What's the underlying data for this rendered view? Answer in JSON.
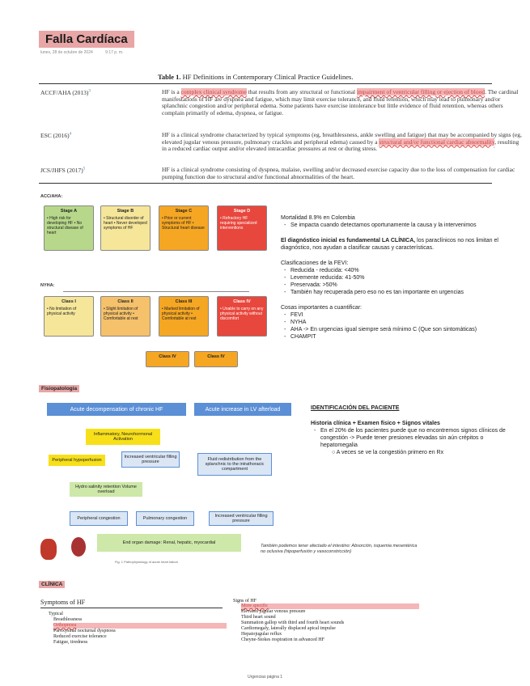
{
  "header": {
    "title": "Falla Cardíaca",
    "date": "lunes, 28 de octubre de 2024",
    "time": "9:17 p. m."
  },
  "table": {
    "title_bold": "Table 1.",
    "title_rest": " HF Definitions in Contemporary Clinical Practice Guidelines.",
    "rows": [
      {
        "label": "ACCF/AHA (2013)",
        "sup": "3",
        "pre": "HF is a ",
        "hl1": "complex clinical syndrome",
        "mid": " that results from any structural or functional ",
        "hl2": "impairment of ventricular filling or ejection of blood",
        "post": ". The cardinal manifestations of HF are dyspnea and fatigue, which may limit exercise tolerance, and fluid retention, which may lead to pulmonary and/or splanchnic congestion and/or peripheral edema. Some patients have exercise intolerance but little evidence of fluid retention, whereas others complain primarily of edema, dyspnea, or fatigue."
      },
      {
        "label": "ESC (2016)",
        "sup": "4",
        "pre": "HF is a clinical syndrome characterized by typical symptoms (eg, breathlessness, ankle swelling and fatigue) that may be accompanied by signs (eg, elevated jugular venous pressure, pulmonary crackles and peripheral edema) caused by a ",
        "hl1": "structural and/or functional cardiac abnormality",
        "post": ", resulting in a reduced cardiac output and/or elevated intracardiac pressures at rest or during stress."
      },
      {
        "label": "JCS/JHFS (2017)",
        "sup": "5",
        "pre": "HF is a clinical syndrome consisting of dyspnea, malaise, swelling and/or decreased exercise capacity due to the loss of compensation for cardiac pumping function due to structural and/or functional abnormalities of the heart."
      }
    ]
  },
  "staging": {
    "acc_label": "ACC/AHA:",
    "nyha_label": "NYHA:",
    "stages": [
      {
        "name": "Stage A",
        "text": "• High risk for developing HF • No structural disease of heart",
        "color": "#b7d88a"
      },
      {
        "name": "Stage B",
        "text": "• Structural disorder of heart • Never developed symptoms of HF",
        "color": "#f6e69a"
      },
      {
        "name": "Stage C",
        "text": "• Prior or current symptoms of HF • Structural heart disease",
        "color": "#f5a623"
      },
      {
        "name": "Stage D",
        "text": "• Refractory HF requiring specialized interventions",
        "color": "#e8473d"
      }
    ],
    "classes": [
      {
        "name": "Class I",
        "text": "• No limitation of physical activity",
        "color": "#f6e69a"
      },
      {
        "name": "Class II",
        "text": "• Slight limitation of physical activity • Comfortable at rest",
        "color": "#f5c16b"
      },
      {
        "name": "Class III",
        "text": "• Marked limitation of physical activity • Comfortable at rest",
        "color": "#f5a623"
      },
      {
        "name": "Class IV",
        "text": "• Unable to carry on any physical activity without discomfort",
        "color": "#e8473d"
      }
    ],
    "bottom": [
      "Class IV",
      "Class IV"
    ]
  },
  "notes1": {
    "mortality": "Mortalidad 8.9% en Colombia",
    "mortality_sub": "Se impacta cuando detectamos oportunamente la causa y la intervenimos",
    "diag_bold": "El diagnóstico inicial es fundamental LA CLÍNICA,",
    "diag_rest": " los paraclínicos no nos limitan el diagnóstico, nos ayudan a clasificar causas y características.",
    "fevi_title": "Clasificaciones de la FEVI:",
    "fevi_items": [
      "Reducida - reducida: <40%",
      "Levemente reducida: 41-50%",
      "Preservada: >50%",
      "También hay recuperada pero eso no es tan importante en urgencias"
    ],
    "quant_title": "Cosas importantes a cuantificar:",
    "quant_items": [
      "FEVI",
      "NYHA",
      "AHA -> En urgencias igual siempre será mínimo C (Que son sintomáticas)",
      "CHAMPIT"
    ]
  },
  "fisio": {
    "tag": "Fisiopatología",
    "hdr_left": "Acute decompensation of chronic HF",
    "hdr_right": "Acute increase in LV afterload",
    "b_infl": "Inflammatory, Neurohormonal Activation",
    "b_periph_hypo": "Peripheral hypoperfusion",
    "b_vent": "Increased ventricular filling pressure",
    "b_hydro": "Hydro salinity retention Volume overload",
    "b_fluid": "Fluid redistribution from the splanchnic to the intrathoracic compartment",
    "b_pc": "Peripheral congestion",
    "b_pulm": "Pulmonary congestion",
    "b_inc_vent": "Increased ventricular filling pressure",
    "b_end": "End organ damage: Renal, hepatic, myocardial",
    "caption": "Fig. 1 Pathophysiology of acute heart failure",
    "note": "También podemos tener afectado el intestino: Absorción, isquemia mesentérica no oclusiva (hipoperfusión y vasoconstricción)"
  },
  "ident": {
    "title": "IDENTIFICACIÓN DEL PACIENTE",
    "bold": "Historia clínica + Examen físico + Signos vitales",
    "items": [
      "En el 20% de los pacientes puede que no encontremos signos clínicos de congestión -> Puede tener presiones elevadas sin aún crépitos o hepatomegalia"
    ],
    "sub": "A veces se ve la congestión primero en Rx"
  },
  "clinica": {
    "tag": "CLÍNICA",
    "symptoms_title": "Symptoms of HF",
    "typical": "Typical",
    "symptoms": [
      "Breathlessness",
      "Orthopnoea",
      "Paroxysmal nocturnal dyspnoea",
      "Reduced exercise tolerance",
      "Fatigue, tiredness"
    ],
    "signs_title": "Signs of HF",
    "signs_hl": "More specific",
    "signs": [
      "Elevated jugular venous pressure",
      "Third heart sound",
      "Summation gallop with third and fourth heart sounds",
      "Cardiomegaly, laterally displaced apical impulse",
      "Hepatojugular reflux",
      "Cheyne-Stokes respiration in advanced HF"
    ]
  },
  "footer": "Urgencias página 1"
}
